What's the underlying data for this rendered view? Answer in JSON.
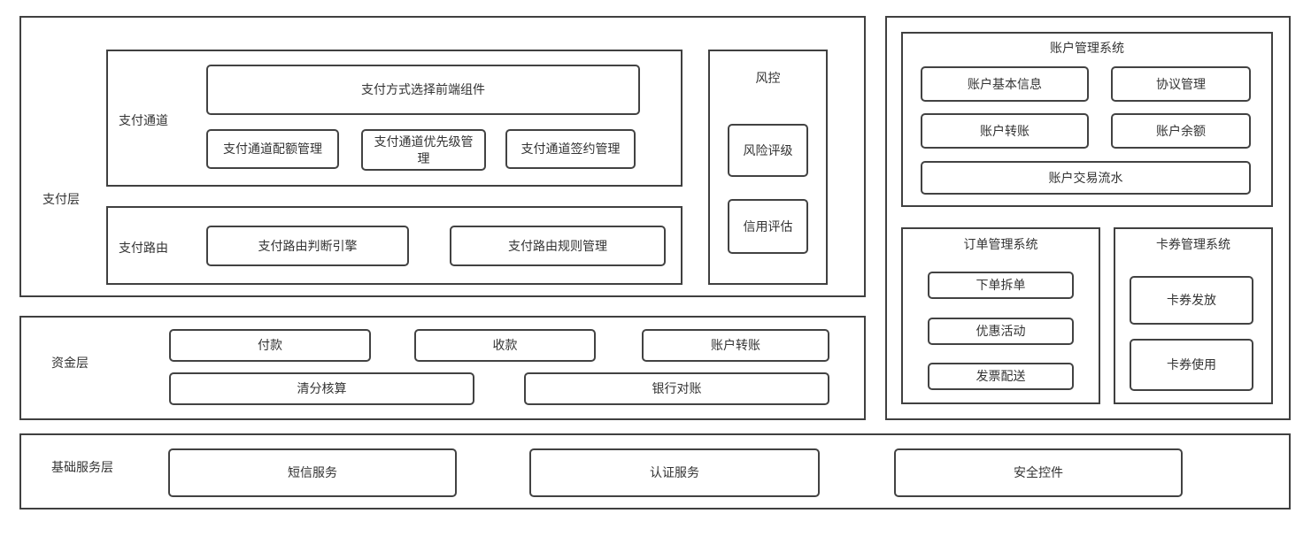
{
  "colors": {
    "border": "#404040",
    "text": "#333333",
    "background": "#ffffff"
  },
  "payment_layer": {
    "label": "支付层",
    "payment_channel": {
      "label": "支付通道",
      "frontend_component": "支付方式选择前端组件",
      "quota_mgmt": "支付通道配额管理",
      "priority_mgmt": "支付通道优先级管理",
      "sign_mgmt": "支付通道签约管理"
    },
    "payment_routing": {
      "label": "支付路由",
      "decision_engine": "支付路由判断引擎",
      "rules_mgmt": "支付路由规则管理"
    },
    "risk_control": {
      "label": "风控",
      "risk_rating": "风险评级",
      "credit_assessment": "信用评估"
    }
  },
  "funds_layer": {
    "label": "资金层",
    "pay": "付款",
    "collect": "收款",
    "account_transfer": "账户转账",
    "clearing": "清分核算",
    "bank_reconciliation": "银行对账"
  },
  "account_system": {
    "title": "账户管理系统",
    "basic_info": "账户基本信息",
    "agreement_mgmt": "协议管理",
    "account_transfer": "账户转账",
    "account_balance": "账户余额",
    "transaction_flow": "账户交易流水"
  },
  "order_system": {
    "title": "订单管理系统",
    "order_split": "下单拆单",
    "promotion": "优惠活动",
    "invoice_delivery": "发票配送"
  },
  "coupon_system": {
    "title": "卡券管理系统",
    "coupon_issue": "卡券发放",
    "coupon_use": "卡券使用"
  },
  "base_service_layer": {
    "label": "基础服务层",
    "sms_service": "短信服务",
    "auth_service": "认证服务",
    "security_widget": "安全控件"
  }
}
